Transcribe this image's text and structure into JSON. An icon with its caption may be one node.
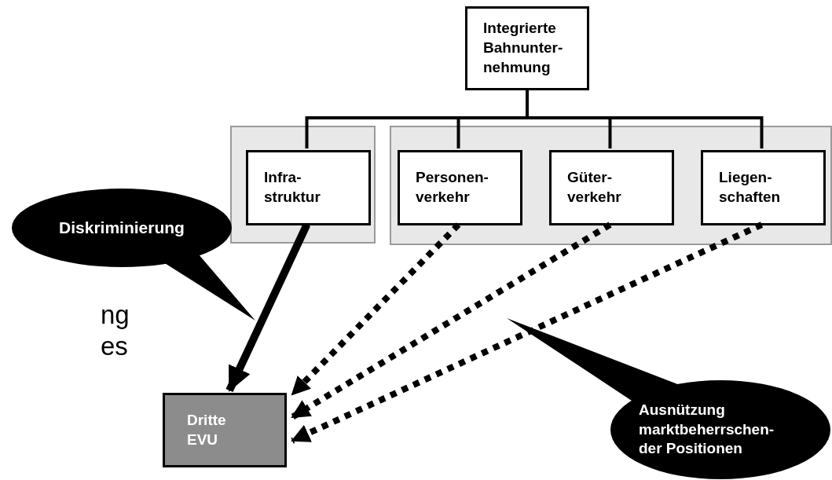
{
  "diagram": {
    "nodes": [
      {
        "text": [
          "Integrierte Bahnunter- nehmung"
        ]
      },
      {
        "text": [],
        "shape": "box"
      },
      {
        "text": [
          "Infra- struktur"
        ],
        "in": 1
      },
      {
        "text": [],
        "shape": "box"
      },
      {
        "text": [
          "Personen- verkehr"
        ],
        "in": 3
      },
      {
        "text": [
          "Güter- verkehr"
        ],
        "in": 3
      },
      {
        "text": [
          "Liegen- schaften"
        ],
        "in": 3
      },
      {
        "text": [
          "Dritte EVU"
        ]
      },
      {
        "text": [
          "Diskriminierung"
        ]
      },
      {
        "text": [
          "Ausnützung marktbeherrschen- der Positionen"
        ]
      }
    ],
    "edges": [
      {
        "from": 0,
        "to": 2,
        "arrow": "none"
      },
      {
        "from": 0,
        "to": 4,
        "arrow": "none"
      },
      {
        "from": 0,
        "to": 5,
        "arrow": "none"
      },
      {
        "from": 0,
        "to": 6,
        "arrow": "none"
      },
      {
        "from": 2,
        "to": 7,
        "arrow": "to",
        "style": "thick"
      },
      {
        "from": 4,
        "to": 7,
        "arrow": "to",
        "style": "dashed"
      },
      {
        "from": 5,
        "to": 7,
        "arrow": "to",
        "style": "dashed"
      },
      {
        "from": 6,
        "to": 7,
        "arrow": "to",
        "style": "dashed"
      },
      {
        "from": null,
        "to": 8,
        "arrow": "both",
        "style": "thick"
      },
      {
        "from": null,
        "to": 9,
        "arrow": "both",
        "style": "thick"
      }
    ],
    "labels": [
      "ng",
      "es"
    ]
  }
}
